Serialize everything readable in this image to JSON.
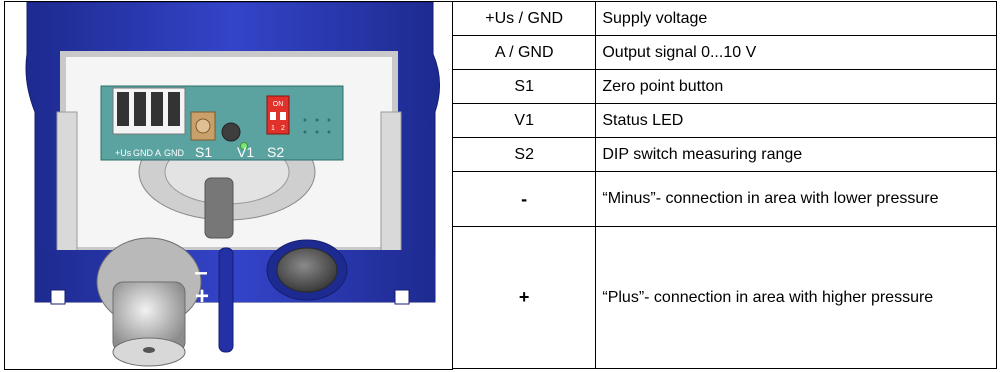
{
  "figure": {
    "terminal_labels": [
      "+Us",
      "GND",
      "A",
      "GND"
    ],
    "component_labels": {
      "s1": "S1",
      "v1": "V1",
      "s2": "S2"
    },
    "dip_labels": {
      "on": "ON",
      "pos1": "1",
      "pos2": "2"
    },
    "port_minus": "–",
    "port_plus": "+",
    "colors": {
      "housing": "#2b39b5",
      "pcb": "#5aa3a1",
      "dip_switch": "#e0312a",
      "led": "#7fe27a"
    }
  },
  "table": {
    "rows": [
      {
        "key": "+Us / GND",
        "value": "Supply voltage"
      },
      {
        "key": "A / GND",
        "value": "Output signal 0...10 V"
      },
      {
        "key": "S1",
        "value": "Zero point button"
      },
      {
        "key": "V1",
        "value": "Status LED"
      },
      {
        "key": "S2",
        "value": "DIP switch measuring range"
      },
      {
        "key": "-",
        "value": "“Minus”- connection in area with lower pressure"
      },
      {
        "key": "+",
        "value": "“Plus”- connection in area with higher pressure"
      }
    ]
  }
}
